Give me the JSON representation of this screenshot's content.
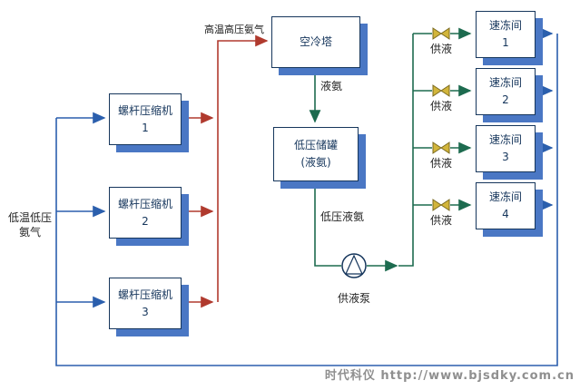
{
  "diagram": {
    "compressors": [
      {
        "name": "螺杆压缩机",
        "num": "1"
      },
      {
        "name": "螺杆压缩机",
        "num": "2"
      },
      {
        "name": "螺杆压缩机",
        "num": "3"
      }
    ],
    "air_cooler": "空冷塔",
    "tank": {
      "line1": "低压储罐",
      "line2": "(液氨)"
    },
    "freezers": [
      {
        "name": "速冻间",
        "num": "1"
      },
      {
        "name": "速冻间",
        "num": "2"
      },
      {
        "name": "速冻间",
        "num": "3"
      },
      {
        "name": "速冻间",
        "num": "4"
      }
    ],
    "labels": {
      "hot_gas": "高温高压氨气",
      "cold_gas_line1": "低温低压",
      "cold_gas_line2": "氨气",
      "liquid_ammonia": "液氨",
      "low_pressure_liquid": "低压液氨",
      "pump": "供液泵",
      "supply_valve": "供液"
    },
    "watermark": "时代科仪 http://www.bjsdky.com.cn",
    "colors": {
      "hot_line": "#b03a2e",
      "cold_line": "#2b5fad",
      "liquid_line": "#1d6b4f",
      "valve_fill": "#d2b53b",
      "box_shadow": "#4a77c4",
      "box_border": "#16365c",
      "watermark_gray": "#8f8f8f"
    }
  }
}
